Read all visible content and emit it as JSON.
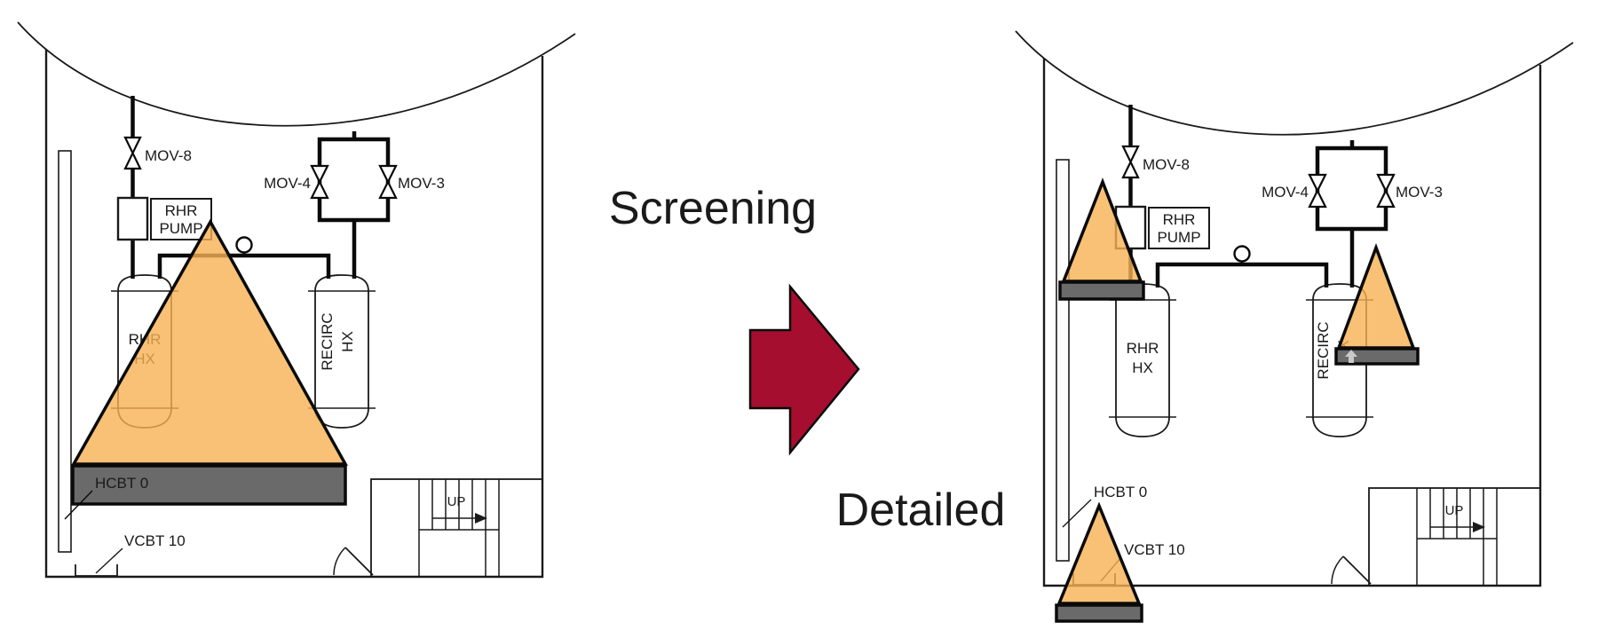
{
  "stage_labels": {
    "screening": "Screening",
    "detailed": "Detailed"
  },
  "colors": {
    "hazard_orange": "#F6B152",
    "capacity_bar_gray": "#6A6A6A",
    "arrow_red": "#A50E2E"
  },
  "screening_diagram": {
    "valves": {
      "mov8": "MOV-8",
      "mov4": "MOV-4",
      "mov3": "MOV-3"
    },
    "rhr_pump_label": [
      "RHR",
      "PUMP"
    ],
    "rhr_hx_label": [
      "RHR",
      "HX"
    ],
    "recirc_hx_label": [
      "RECIRC",
      "HX"
    ],
    "hcbt_label": "HCBT 0",
    "vcbt_label": "VCBT 10",
    "stairs_up_label": "UP"
  },
  "detailed_diagram": {
    "valves": {
      "mov8": "MOV-8",
      "mov4": "MOV-4",
      "mov3": "MOV-3"
    },
    "rhr_pump_label": [
      "RHR",
      "PUMP"
    ],
    "rhr_hx_label": [
      "RHR",
      "HX"
    ],
    "recirc_hx_label": [
      "RECIRC",
      "HX"
    ],
    "hcbt_label": "HCBT 0",
    "vcbt_label": "VCBT 10",
    "stairs_up_label": "UP"
  }
}
